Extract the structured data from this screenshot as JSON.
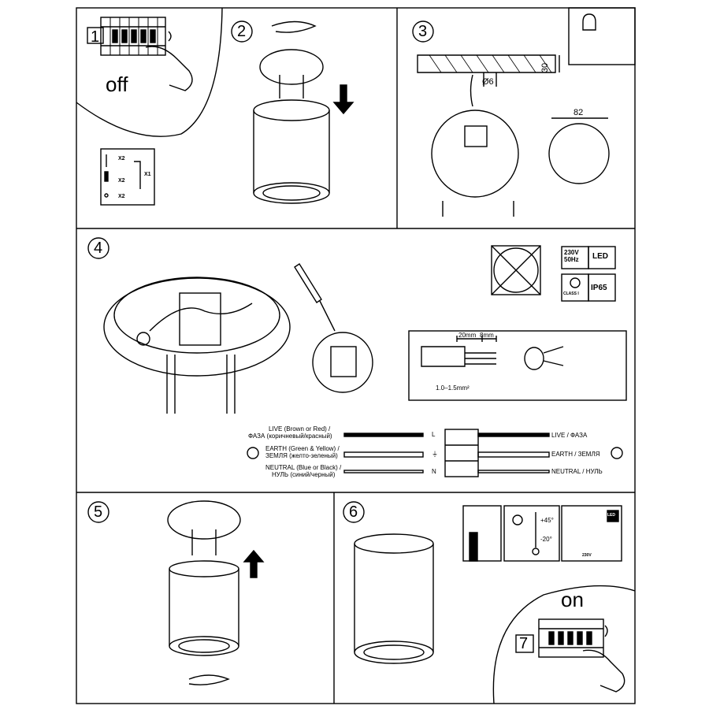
{
  "steps": {
    "s1": {
      "number": "1",
      "state": "off",
      "parts": [
        {
          "qty": "X2",
          "icon": "screw-icon"
        },
        {
          "qty": "X2",
          "icon": "wall-plug-icon"
        },
        {
          "qty": "X2",
          "icon": "washer-icon"
        },
        {
          "qty": "X1",
          "icon": "hex-key-icon"
        }
      ]
    },
    "s2": {
      "number": "2"
    },
    "s3": {
      "number": "3",
      "depth": "30",
      "hole": "Ø6",
      "spacing": "82"
    },
    "s4": {
      "number": "4",
      "badges": {
        "voltage": "230V\n50Hz",
        "led": "LED",
        "class": "CLASS I",
        "ip": "IP65"
      },
      "strip": {
        "length1": "20mm",
        "length2": "8mm",
        "cross_section": "1.0–1.5mm²"
      },
      "wires": [
        {
          "left1": "LIVE (Brown or Red) /",
          "left2": "ФАЗА (коричневый/красный)",
          "term": "L",
          "right": "LIVE / ФАЗА"
        },
        {
          "left1": "EARTH (Green & Yellow) /",
          "left2": "ЗЕМЛЯ (желто-зеленый)",
          "term": "⏚",
          "right": "EARTH / ЗЕМЛЯ"
        },
        {
          "left1": "NEUTRAL (Blue or Black) /",
          "left2": "НУЛЬ (синий/черный)",
          "term": "N",
          "right": "NEUTRAL / НУЛЬ"
        }
      ]
    },
    "s5": {
      "number": "5"
    },
    "s6": {
      "number": "6",
      "temp_max": "+45°",
      "temp_min": "-20°",
      "voltage_small": "230V",
      "led_small": "LED"
    },
    "s7": {
      "number": "7",
      "state": "on"
    }
  }
}
